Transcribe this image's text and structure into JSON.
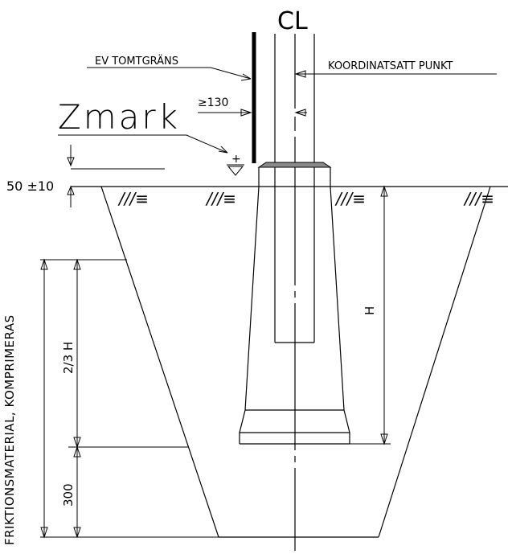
{
  "labels": {
    "centerline": "CL",
    "property_line": "EV TOMTGRÄNS",
    "coordinate_point": "KOORDINATSATT PUNKT",
    "ground_level": "Zmark",
    "min_offset": "≥130",
    "height_tolerance": "50 ±10",
    "depth": "H",
    "two_thirds": "2/3 H",
    "bottom_layer": "300",
    "fill_material": "FRIKTIONSMATERIAL, KOMPRIMERAS",
    "soil_hatch": "///≡",
    "level_marker": "+"
  },
  "colors": {
    "line": "#000000",
    "pole_top": "#8a8a8a"
  }
}
